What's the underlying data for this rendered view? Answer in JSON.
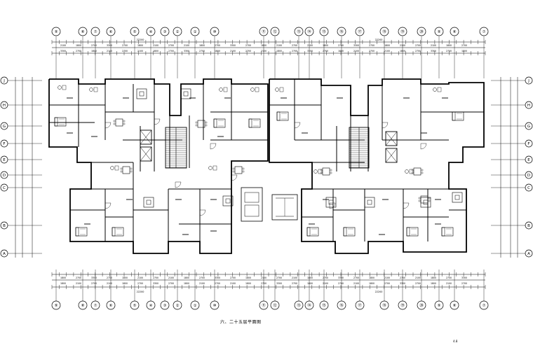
{
  "drawing": {
    "caption": "六、二十五层平面图",
    "corner_mark": "4.8"
  },
  "axes": {
    "top_bubbles": [
      "⑨",
      "⑧",
      "⑦",
      "⑥",
      "⑤",
      "④",
      "③",
      "②",
      "①",
      "⑩",
      "⑪",
      "⑫",
      "⑬",
      "⑭",
      "⑮",
      "⑯",
      "⑰",
      "⑱",
      "⑲",
      "⑳"
    ],
    "side_bubbles": [
      "J",
      "H",
      "G",
      "F",
      "E",
      "D",
      "C",
      "B",
      "A"
    ]
  },
  "dims": {
    "top_total_left": "22200",
    "top_total_right": "22200",
    "bottom_total_left": "22200",
    "bottom_total_right": "22200"
  }
}
